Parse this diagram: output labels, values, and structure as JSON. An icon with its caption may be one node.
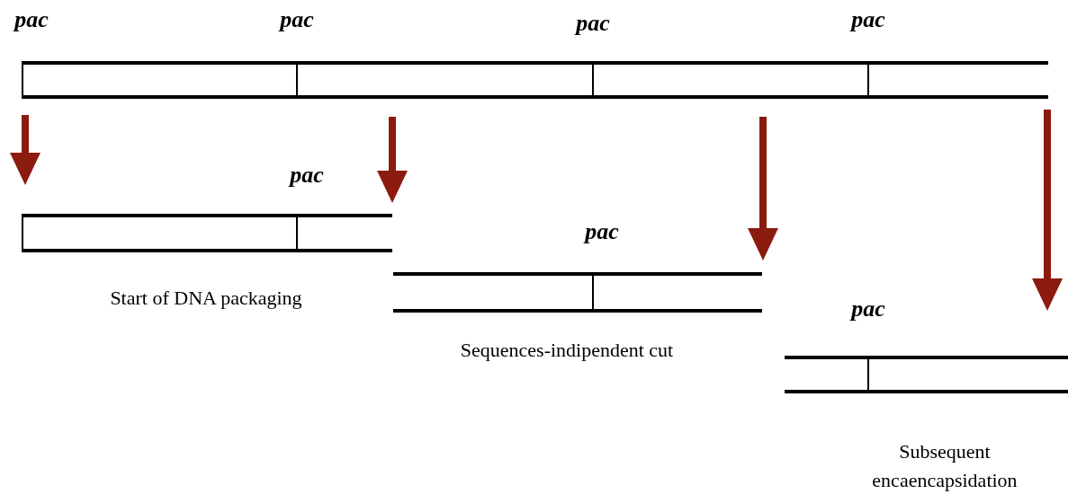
{
  "diagram": {
    "labels": [
      "pac",
      "pac",
      "pac",
      "pac",
      "pac",
      "pac",
      "Start of DNA packaging",
      "pac",
      "Sequences-indipendent cut",
      "Subsequent encaencapsidation"
    ]
  }
}
